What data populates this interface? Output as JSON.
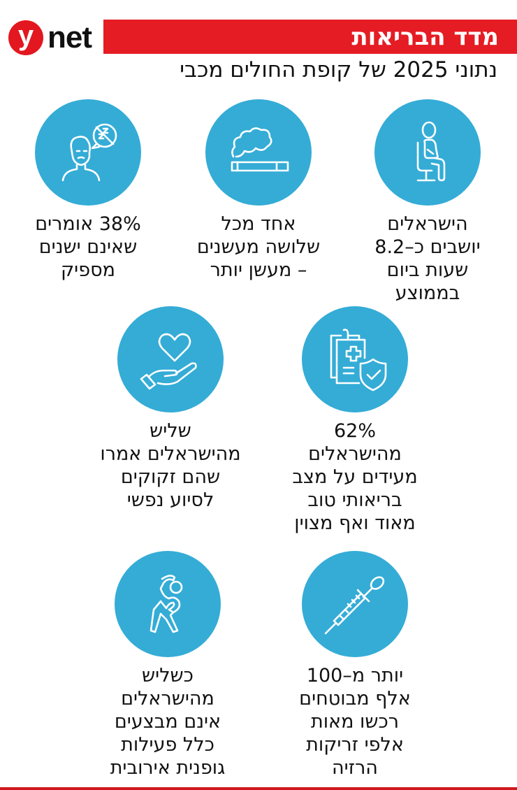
{
  "brand": {
    "logo_letter": "y",
    "logo_word": "net",
    "accent_color": "#e51c23",
    "circle_color": "#34acd6"
  },
  "header": {
    "title": "מדד הבריאות",
    "subtitle": "נתוני 2025 של קופת החולים מכבי"
  },
  "stats": [
    {
      "icon": "sitting-person-icon",
      "text": "הישראלים\nיושבים כ–8.2\nשעות ביום\nבממוצע"
    },
    {
      "icon": "cigarette-smoke-icon",
      "text": "אחד מכל\nשלושה מעשנים\n– מעשן יותר"
    },
    {
      "icon": "no-sleep-person-icon",
      "text": "38% אומרים\nשאינם ישנים\nמספיק"
    },
    {
      "icon": "medical-report-shield-icon",
      "text": "62%\nמהישראלים\nמעידים על מצב\nבריאותי טוב\nמאוד ואף מצוין"
    },
    {
      "icon": "heart-in-hand-icon",
      "text": "שליש\nמהישראלים אמרו\nשהם זקוקים\nלסיוע נפשי"
    },
    {
      "icon": "syringe-icon",
      "text": "יותר מ–100\nאלף מבוטחים\nרכשו מאות\nאלפי זריקות\nהרזיה"
    },
    {
      "icon": "stretching-person-icon",
      "text": "כשליש\nמהישראלים\nאינם מבצעים\nכלל פעילות\nגופנית אירובית"
    }
  ]
}
